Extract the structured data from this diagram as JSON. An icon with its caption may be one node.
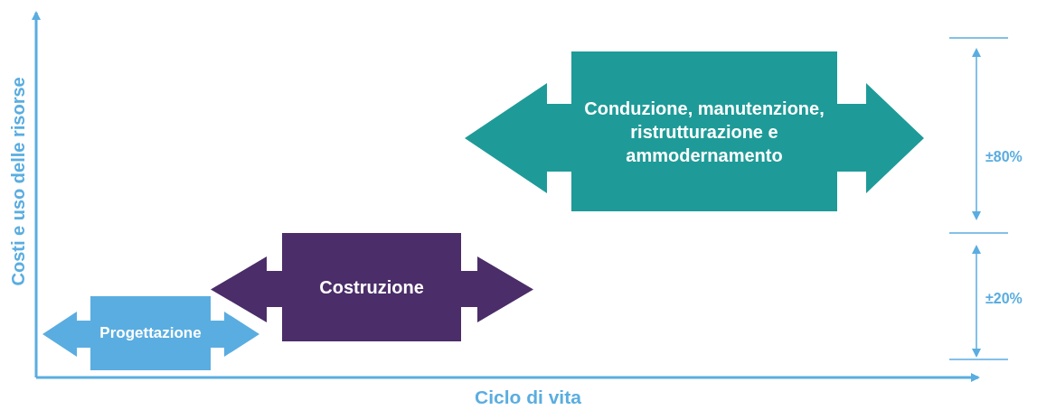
{
  "diagram": {
    "nodes": [
      {
        "text": [
          "Progettazione"
        ]
      },
      {
        "text": [
          "Costruzione"
        ]
      },
      {
        "text": [
          "Conduzione, manutenzione, ristrutturazione e ammodernamento"
        ]
      }
    ],
    "labels": [
      "Costi e uso delle risorse",
      "Ciclo di vita",
      "±80%",
      "±20%"
    ]
  }
}
